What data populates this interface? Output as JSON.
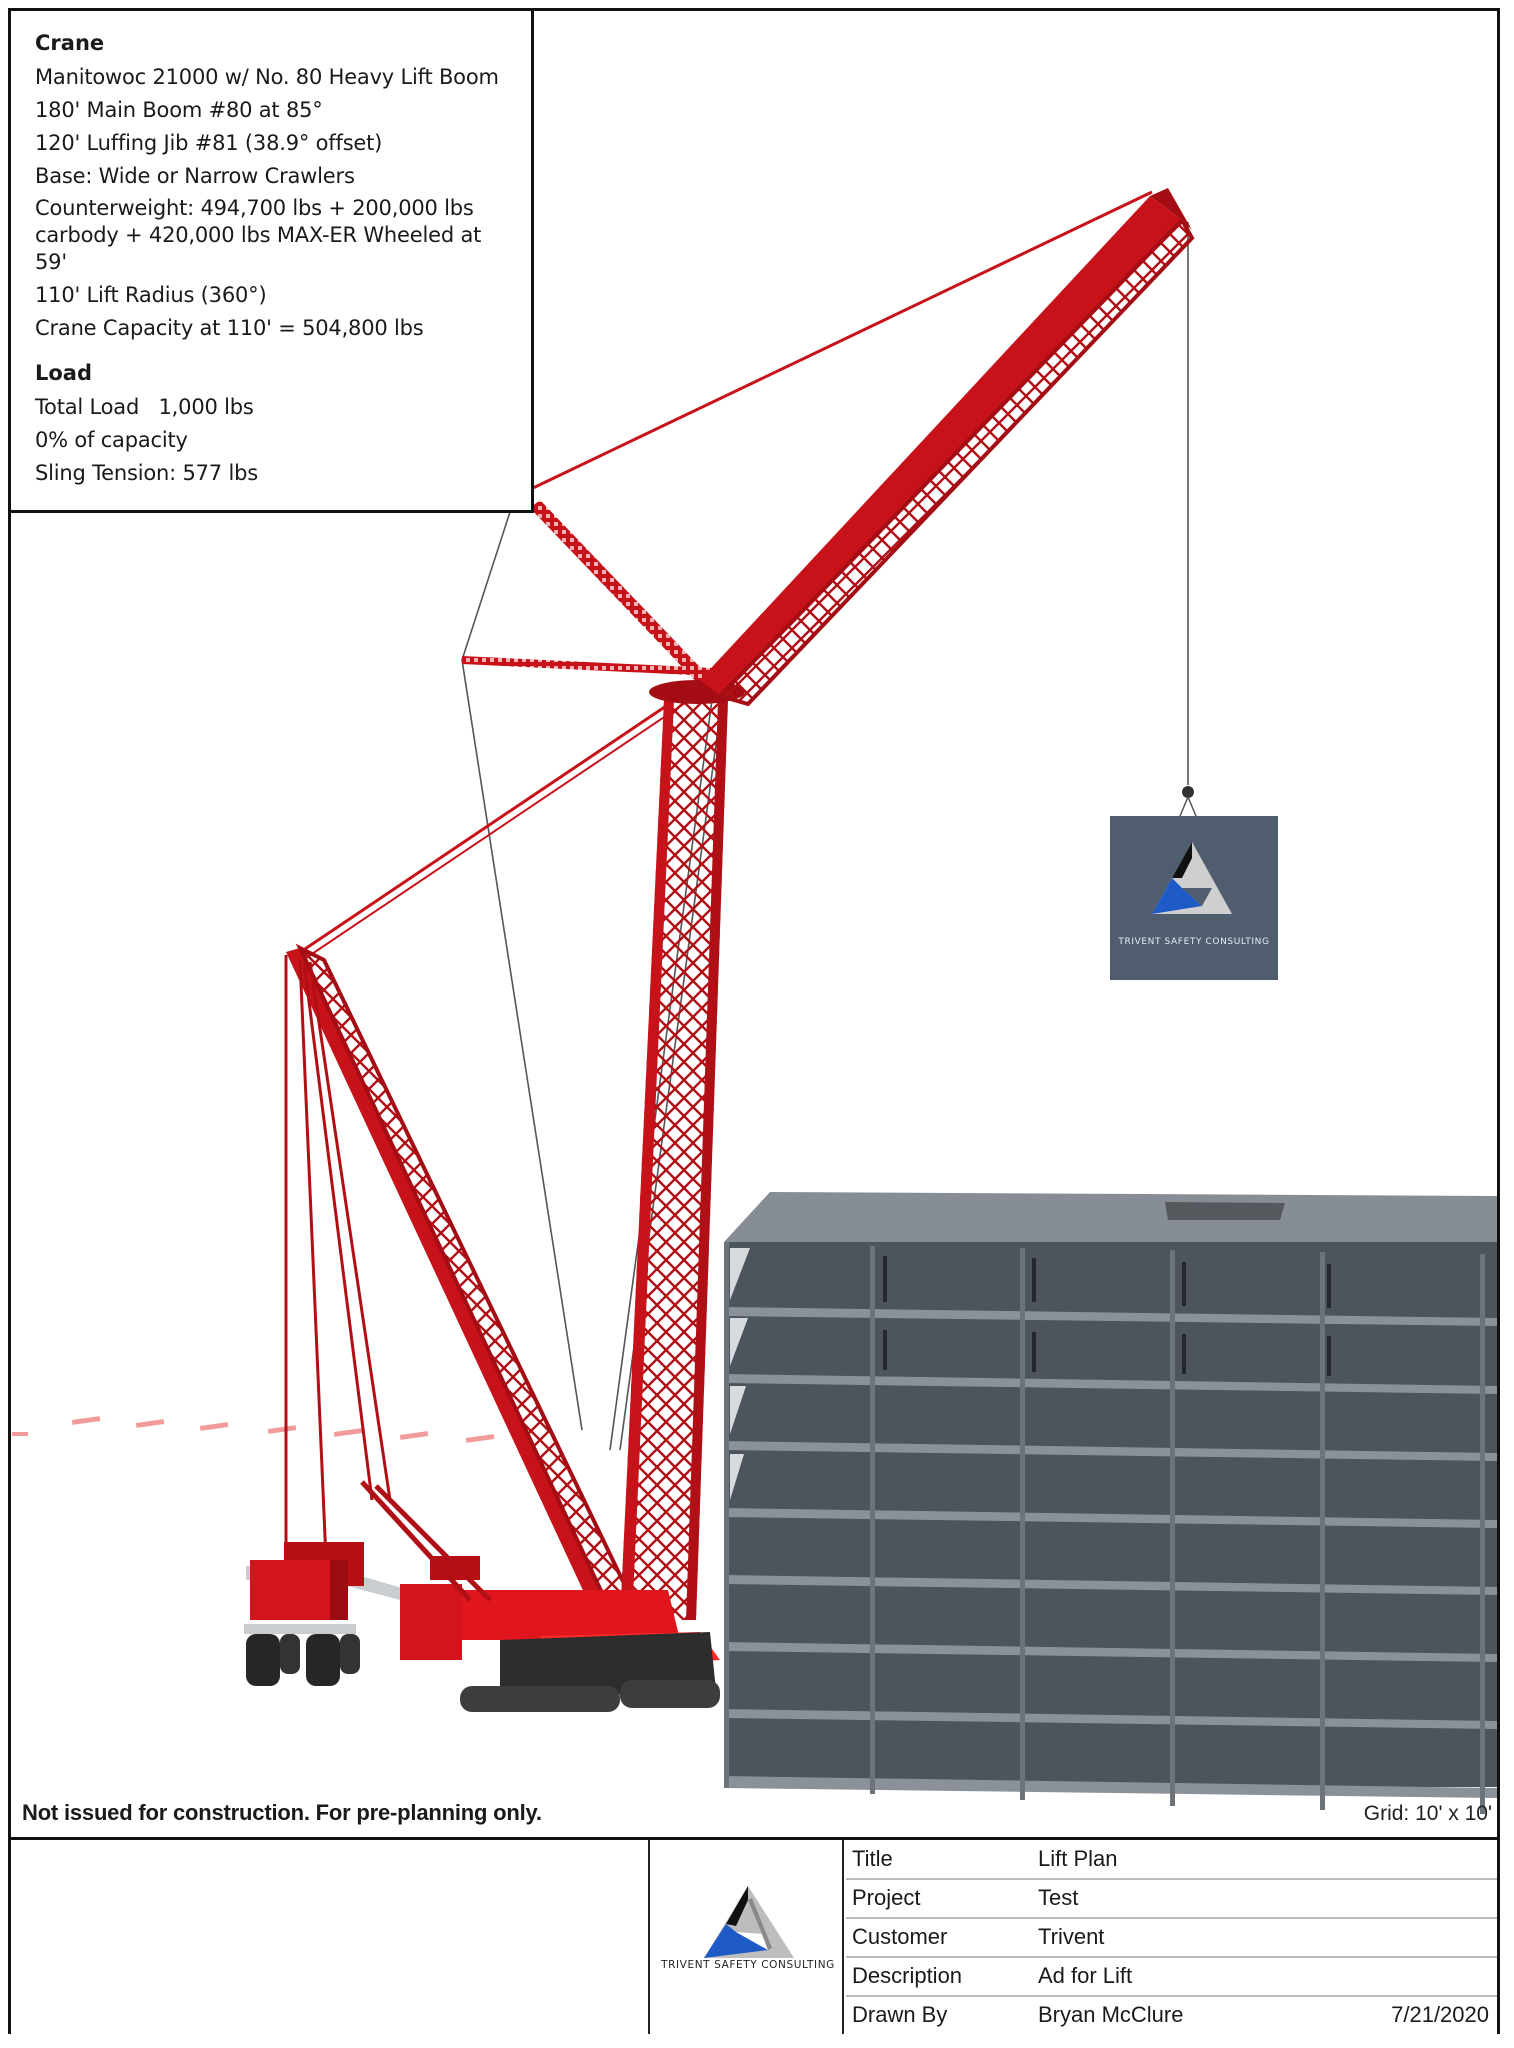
{
  "info_panel": {
    "crane_heading": "Crane",
    "crane_lines": [
      "Manitowoc 21000 w/ No. 80 Heavy Lift Boom",
      "180' Main Boom #80 at 85°",
      "120' Luffing Jib #81 (38.9° offset)",
      "Base: Wide or Narrow Crawlers",
      "Counterweight: 494,700 lbs + 200,000 lbs carbody + 420,000 lbs MAX-ER Wheeled at 59'",
      "110' Lift Radius (360°)",
      "Crane Capacity at 110' = 504,800 lbs"
    ],
    "load_heading": "Load",
    "load_lines": [
      "Total Load   1,000 lbs",
      "0% of capacity",
      "Sling Tension: 577 lbs"
    ]
  },
  "scene": {
    "load_label": "TRIVENT SAFETY CONSULTING",
    "colors": {
      "crane_red": "#c8121a",
      "crane_dark_red": "#8e0b10",
      "building_face": "#4d545c",
      "building_frame": "#6c737a",
      "building_roof": "#868d94",
      "load_box": "#4f5d6e",
      "grid_marks": "#f08a8a"
    }
  },
  "notice": "Not issued for construction. For pre-planning only.",
  "grid_label": "Grid: 10' x 10'",
  "title_block": {
    "logo_text": "TRIVENT SAFETY CONSULTING",
    "rows": [
      {
        "label": "Title",
        "value": "Lift Plan",
        "extra": ""
      },
      {
        "label": "Project",
        "value": "Test",
        "extra": ""
      },
      {
        "label": "Customer",
        "value": "Trivent",
        "extra": ""
      },
      {
        "label": "Description",
        "value": "Ad for Lift",
        "extra": ""
      },
      {
        "label": "Drawn By",
        "value": "Bryan McClure",
        "extra": "7/21/2020"
      }
    ]
  }
}
